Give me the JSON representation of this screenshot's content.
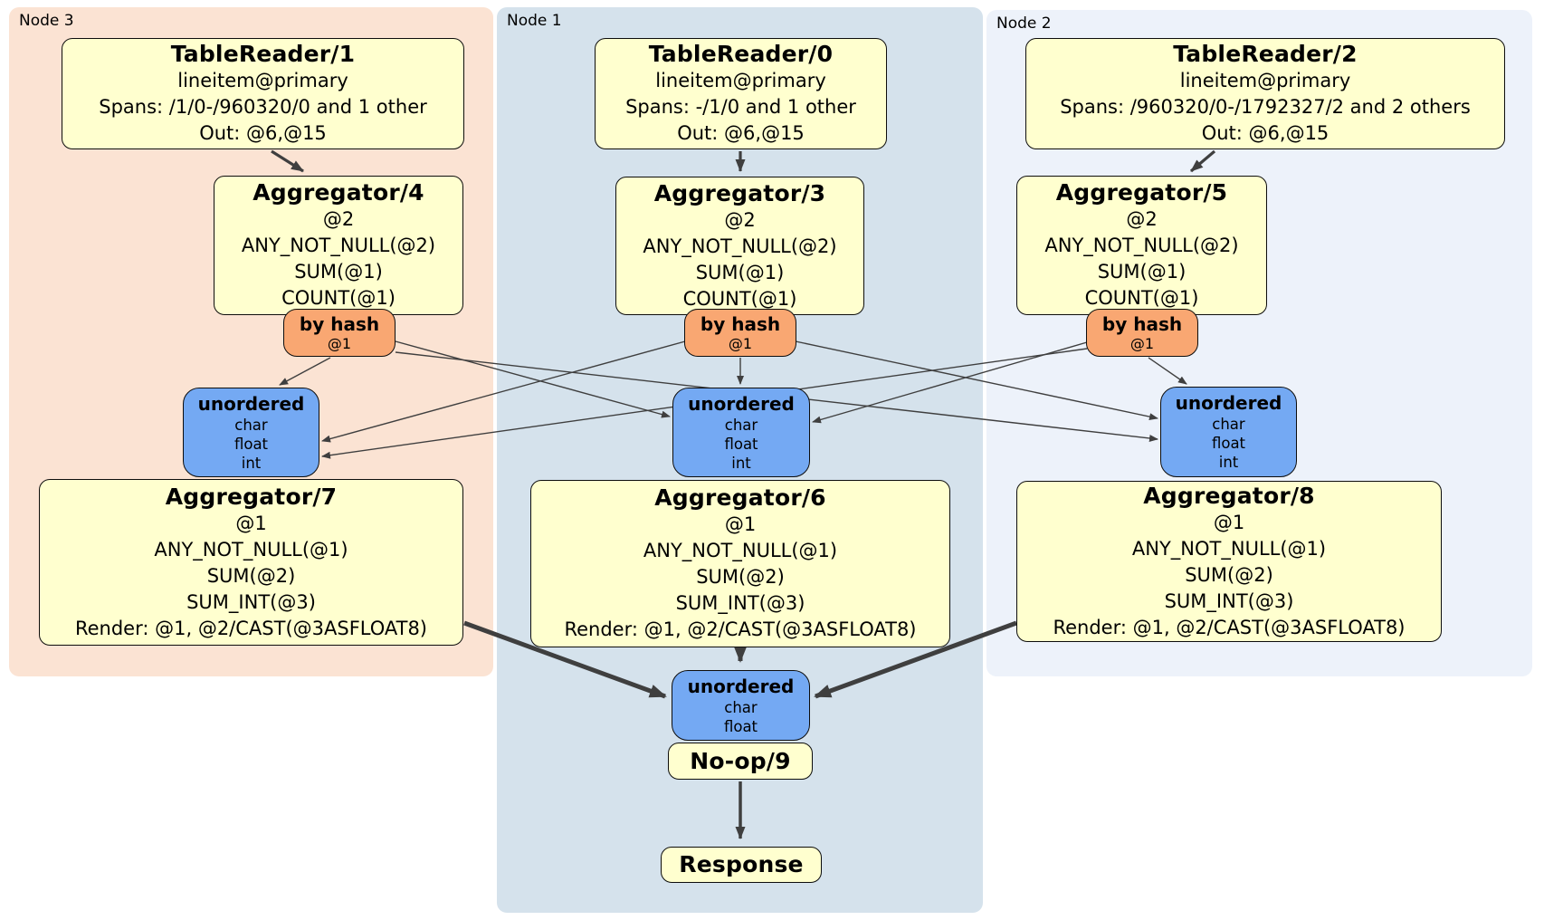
{
  "regions": {
    "node3": {
      "label": "Node 3"
    },
    "node1": {
      "label": "Node 1"
    },
    "node2": {
      "label": "Node 2"
    }
  },
  "processors": {
    "tr1": {
      "title": "TableReader/1",
      "lines": [
        "lineitem@primary",
        "Spans: /1/0-/960320/0 and 1 other",
        "Out: @6,@15"
      ]
    },
    "tr0": {
      "title": "TableReader/0",
      "lines": [
        "lineitem@primary",
        "Spans: -/1/0 and 1 other",
        "Out: @6,@15"
      ]
    },
    "tr2": {
      "title": "TableReader/2",
      "lines": [
        "lineitem@primary",
        "Spans: /960320/0-/1792327/2 and 2 others",
        "Out: @6,@15"
      ]
    },
    "agg4": {
      "title": "Aggregator/4",
      "lines": [
        "@2",
        "ANY_NOT_NULL(@2)",
        "SUM(@1)",
        "COUNT(@1)"
      ]
    },
    "agg3": {
      "title": "Aggregator/3",
      "lines": [
        "@2",
        "ANY_NOT_NULL(@2)",
        "SUM(@1)",
        "COUNT(@1)"
      ]
    },
    "agg5": {
      "title": "Aggregator/5",
      "lines": [
        "@2",
        "ANY_NOT_NULL(@2)",
        "SUM(@1)",
        "COUNT(@1)"
      ]
    },
    "agg7": {
      "title": "Aggregator/7",
      "lines": [
        "@1",
        "ANY_NOT_NULL(@1)",
        "SUM(@2)",
        "SUM_INT(@3)",
        "Render: @1, @2/CAST(@3ASFLOAT8)"
      ]
    },
    "agg6": {
      "title": "Aggregator/6",
      "lines": [
        "@1",
        "ANY_NOT_NULL(@1)",
        "SUM(@2)",
        "SUM_INT(@3)",
        "Render: @1, @2/CAST(@3ASFLOAT8)"
      ]
    },
    "agg8": {
      "title": "Aggregator/8",
      "lines": [
        "@1",
        "ANY_NOT_NULL(@1)",
        "SUM(@2)",
        "SUM_INT(@3)",
        "Render: @1, @2/CAST(@3ASFLOAT8)"
      ]
    },
    "noop": {
      "title": "No-op/9"
    },
    "response": {
      "title": "Response"
    }
  },
  "routers": {
    "byhash3": {
      "title": "by hash",
      "key": "@1"
    },
    "byhash1": {
      "title": "by hash",
      "key": "@1"
    },
    "byhash2": {
      "title": "by hash",
      "key": "@1"
    }
  },
  "streams": {
    "unordered3": {
      "title": "unordered",
      "columns": [
        "char",
        "float",
        "int"
      ]
    },
    "unordered1": {
      "title": "unordered",
      "columns": [
        "char",
        "float",
        "int"
      ]
    },
    "unordered2": {
      "title": "unordered",
      "columns": [
        "char",
        "float",
        "int"
      ]
    },
    "unordered_final": {
      "title": "unordered",
      "columns": [
        "char",
        "float"
      ]
    }
  },
  "colors": {
    "node3_bg": "#fbe3d3",
    "node1_bg": "#d5e2ec",
    "node2_bg": "#edf2fa",
    "processor_fill": "#ffffcf",
    "router_fill": "#f9a772",
    "stream_fill": "#74a9f3",
    "edge_color": "#3f3f3f"
  }
}
